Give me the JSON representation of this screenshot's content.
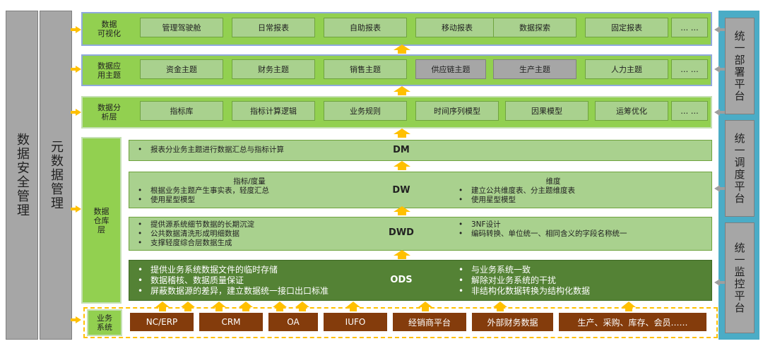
{
  "left": {
    "security": "数据安全管理",
    "metadata": "元数据管理"
  },
  "right": {
    "deploy": "统一部署平台",
    "schedule": "统一调度平台",
    "monitor": "统一监控平台"
  },
  "layers": {
    "viz": {
      "label": "数据\n可视化",
      "items": [
        "管理驾驶舱",
        "日常报表",
        "自助报表",
        "移动报表",
        "数据探索",
        "固定报表",
        "… …"
      ]
    },
    "app": {
      "label": "数据应\n用主题",
      "items": [
        "资金主题",
        "财务主题",
        "销售主题",
        "供应链主题",
        "生产主题",
        "人力主题",
        "… …"
      ]
    },
    "analysis": {
      "label": "数据分\n析层",
      "items": [
        "指标库",
        "指标计算逻辑",
        "业务规则",
        "时间序列模型",
        "因果模型",
        "运筹优化",
        "… …"
      ]
    },
    "warehouse": {
      "label": "数据\n仓库\n层",
      "dm": {
        "code": "DM",
        "left": [
          "报表分业务主题进行数据汇总与指标计算"
        ]
      },
      "dw": {
        "code": "DW",
        "left_title": "指标/度量",
        "left": [
          "根据业务主题产生事实表，轻度汇总",
          "使用星型模型"
        ],
        "right_title": "维度",
        "right": [
          "建立公共维度表、分主题维度表",
          "使用星型模型"
        ]
      },
      "dwd": {
        "code": "DWD",
        "left": [
          "提供源系统细节数据的长期沉淀",
          "公共数据清洗形成明细数据",
          "支撑轻度综合层数据生成"
        ],
        "right": [
          "3NF设计",
          "编码转换、单位统一、相同含义的字段名称统一"
        ]
      },
      "ods": {
        "code": "ODS",
        "left": [
          "提供业务系统数据文件的临时存储",
          "数据稽核、数据质量保证",
          "屏蔽数据源的差异，建立数据统一接口出口标准"
        ],
        "right": [
          "与业务系统一致",
          "解除对业务系统的干扰",
          "非结构化数据转换为结构化数据"
        ]
      }
    },
    "source": {
      "label": "业务\n系统",
      "items": [
        "NC/ERP",
        "CRM",
        "OA",
        "IUFO",
        "经销商平台",
        "外部财务数据",
        "生产、采购、库存、会员……"
      ]
    }
  },
  "colors": {
    "layer_green": "#92d050",
    "chip_green": "#a9d18e",
    "ods_dark": "#548235",
    "source_brown": "#843c0c",
    "arrow": "#ffc000",
    "side_grey": "#a6a6a6",
    "frame_teal": "#4bacc6"
  }
}
